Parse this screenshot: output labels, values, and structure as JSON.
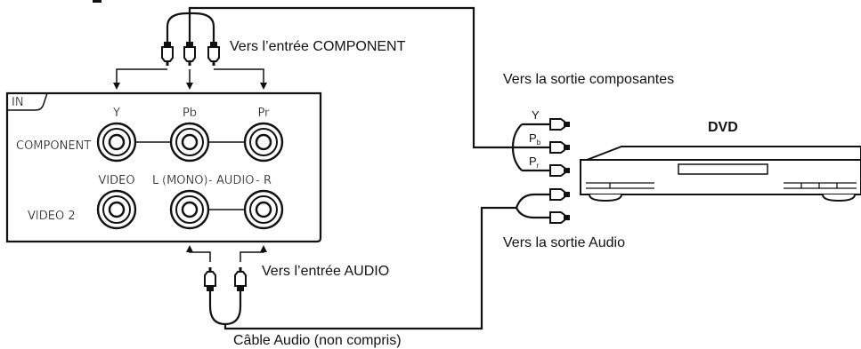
{
  "labels": {
    "to_component_input": "Vers l’entrée COMPONENT",
    "to_component_output": "Vers la sortie composantes",
    "to_audio_output": "Vers la sortie Audio",
    "to_audio_input": "Vers l’entrée AUDIO",
    "audio_cable": "Câble Audio (non compris)",
    "device_name": "DVD"
  },
  "panel": {
    "tag": "IN",
    "row_component": "COMPONENT",
    "row_video2": "VIDEO 2",
    "col_y": "Y",
    "col_pb": "Pb",
    "col_pr": "Pr",
    "col_video": "VIDEO",
    "col_audio_l": "L",
    "col_audio_mono": "(MONO)",
    "col_audio_dash1": "-",
    "col_audio": "AUDIO",
    "col_audio_dash2": "-",
    "col_audio_r": "R"
  },
  "dvd_labels": {
    "y": "Y",
    "pb_main": "P",
    "pb_sub": "b",
    "pr_main": "P",
    "pr_sub": "r"
  }
}
